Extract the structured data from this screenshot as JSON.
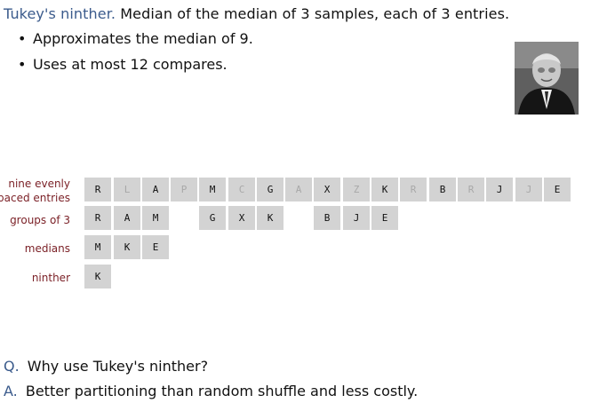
{
  "header": {
    "term": "Tukey's ninther.",
    "description": "Median of the median of 3 samples, each of 3 entries."
  },
  "bullets": [
    "Approximates the median of 9.",
    "Uses at most 12 compares."
  ],
  "rows": {
    "nine_evenly_label": "nine evenly\nspaced entries",
    "groups_label": "groups of 3",
    "medians_label": "medians",
    "ninther_label": "ninther"
  },
  "entries": [
    "R",
    "L",
    "A",
    "P",
    "M",
    "C",
    "G",
    "A",
    "X",
    "Z",
    "K",
    "R",
    "B",
    "R",
    "J",
    "J",
    "E"
  ],
  "entries_dim": [
    false,
    true,
    false,
    true,
    false,
    true,
    false,
    true,
    false,
    true,
    false,
    true,
    false,
    true,
    false,
    true,
    false
  ],
  "groups": [
    [
      "R",
      "A",
      "M"
    ],
    [
      "G",
      "X",
      "K"
    ],
    [
      "B",
      "J",
      "E"
    ]
  ],
  "medians": [
    "M",
    "K",
    "E"
  ],
  "ninther": "K",
  "qa": {
    "q_tag": "Q.",
    "question": "Why use Tukey's ninther?",
    "a_tag": "A.",
    "answer": "Better partitioning than random shuffle and less costly."
  }
}
